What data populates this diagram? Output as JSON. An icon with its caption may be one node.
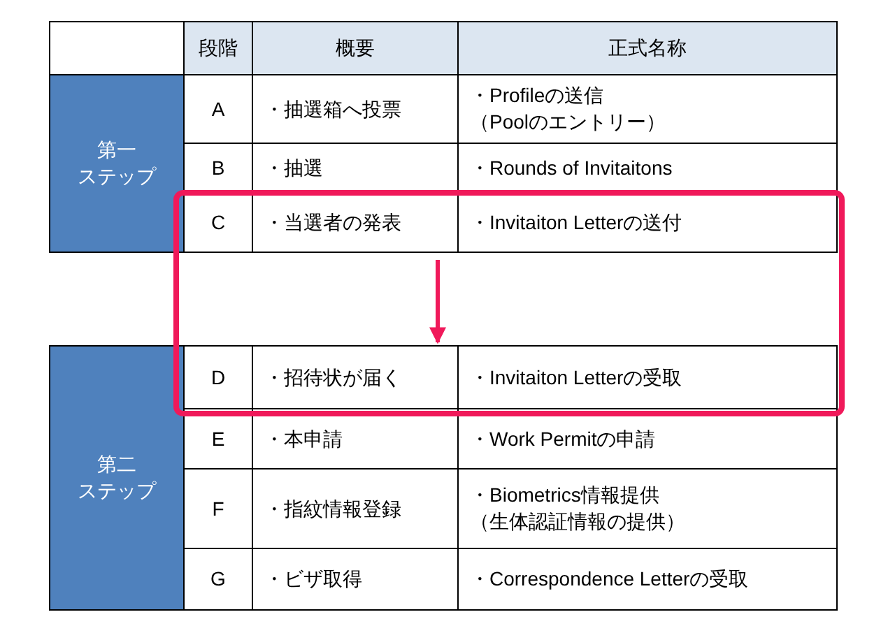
{
  "diagram": {
    "nodes": [
      {
        "text": [
          "C",
          "・当選者の発表",
          "・Invitaiton Letterの送付"
        ]
      },
      {
        "text": [
          "D",
          "・招待状が届く",
          "・Invitaiton Letterの受取"
        ]
      }
    ],
    "edges": [
      {
        "from": 0,
        "to": 1,
        "arrow": "to"
      }
    ],
    "labels": [
      "段階",
      "概要",
      "正式名称",
      "第一",
      "ステップ",
      "A",
      "・抽選箱へ投票",
      "・Profileの送信",
      "（Poolのエントリー）",
      "B",
      "・抽選",
      "・Rounds of Invitaitons",
      "第二",
      "ステップ",
      "E",
      "・本申請",
      "・Work Permitの申請",
      "F",
      "・指紋情報登録",
      "・Biometrics情報提供",
      "（生体認証情報の提供）",
      "G",
      "・ビザ取得",
      "・Correspondence Letterの受取"
    ]
  }
}
